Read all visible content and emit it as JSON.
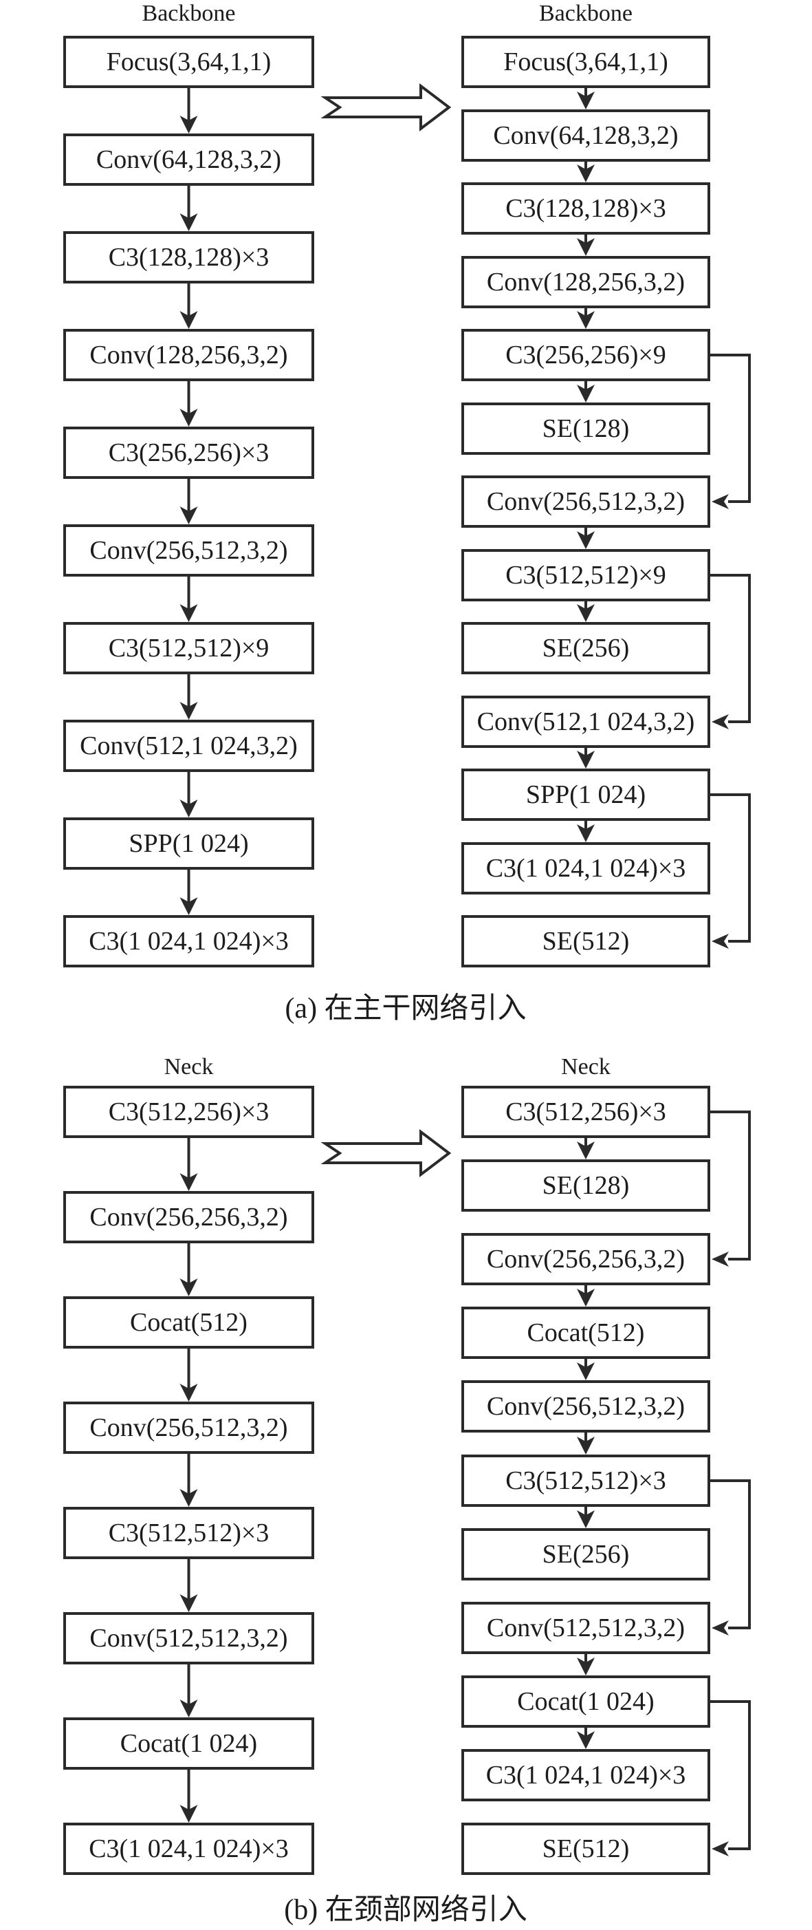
{
  "figure": {
    "panels": [
      {
        "caption": "(a) 在主干网络引入",
        "left": {
          "title": "Backbone",
          "boxes": [
            "Focus(3,64,1,1)",
            "Conv(64,128,3,2)",
            "C3(128,128)×3",
            "Conv(128,256,3,2)",
            "C3(256,256)×3",
            "Conv(256,512,3,2)",
            "C3(512,512)×9",
            "Conv(512,1 024,3,2)",
            "SPP(1 024)",
            "C3(1 024,1 024)×3"
          ]
        },
        "right": {
          "title": "Backbone",
          "boxes": [
            "Focus(3,64,1,1)",
            "Conv(64,128,3,2)",
            "C3(128,128)×3",
            "Conv(128,256,3,2)",
            "C3(256,256)×9",
            "SE(128)",
            "Conv(256,512,3,2)",
            "C3(512,512)×9",
            "SE(256)",
            "Conv(512,1 024,3,2)",
            "SPP(1 024)",
            "C3(1 024,1 024)×3",
            "SE(512)"
          ],
          "no_arrow_after": [
            5,
            8,
            11
          ],
          "skips": [
            [
              4,
              6
            ],
            [
              7,
              9
            ],
            [
              10,
              12
            ]
          ]
        }
      },
      {
        "caption": "(b) 在颈部网络引入",
        "left": {
          "title": "Neck",
          "boxes": [
            "C3(512,256)×3",
            "Conv(256,256,3,2)",
            "Cocat(512)",
            "Conv(256,512,3,2)",
            "C3(512,512)×3",
            "Conv(512,512,3,2)",
            "Cocat(1 024)",
            "C3(1 024,1 024)×3"
          ]
        },
        "right": {
          "title": "Neck",
          "boxes": [
            "C3(512,256)×3",
            "SE(128)",
            "Conv(256,256,3,2)",
            "Cocat(512)",
            "Conv(256,512,3,2)",
            "C3(512,512)×3",
            "SE(256)",
            "Conv(512,512,3,2)",
            "Cocat(1 024)",
            "C3(1 024,1 024)×3",
            "SE(512)"
          ],
          "no_arrow_after": [
            1,
            6,
            9
          ],
          "skips": [
            [
              0,
              2
            ],
            [
              5,
              7
            ],
            [
              8,
              10
            ]
          ]
        }
      }
    ],
    "colors": {
      "ink": "#2a2a2a",
      "box_fill": "#ffffff",
      "background": "#ffffff"
    }
  }
}
